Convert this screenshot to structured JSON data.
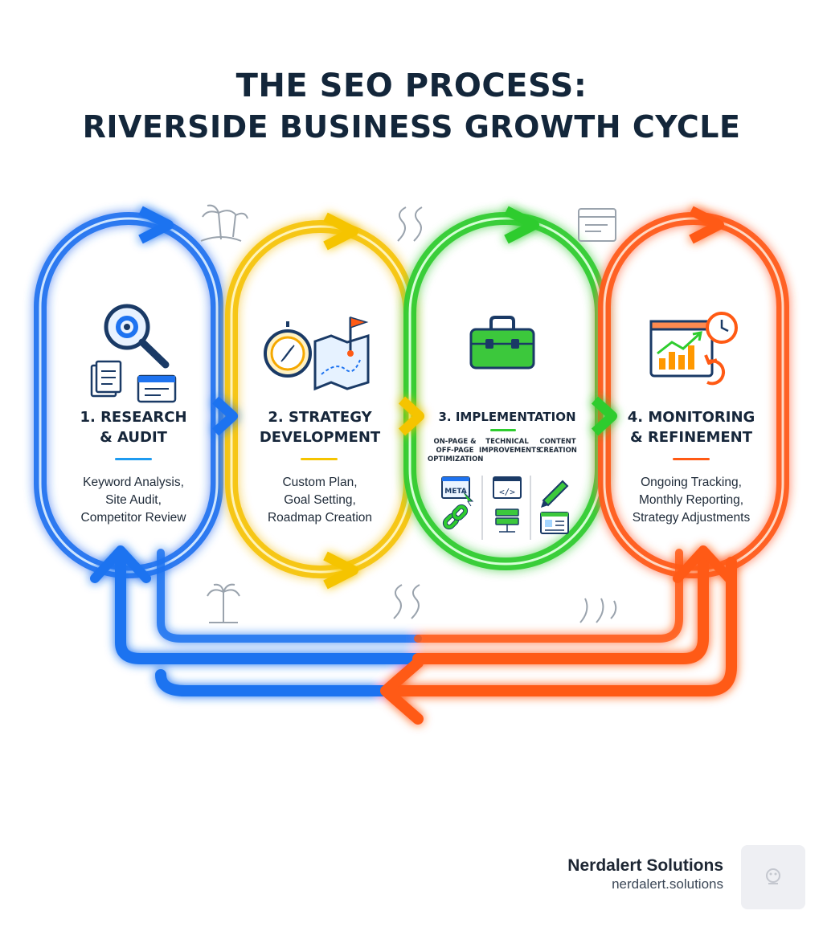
{
  "title": {
    "line1": "THE SEO PROCESS:",
    "line2": "RIVERSIDE BUSINESS GROWTH CYCLE"
  },
  "steps": [
    {
      "title_lines": [
        "1. RESEARCH",
        "& AUDIT"
      ],
      "desc_lines": [
        "Keyword Analysis,",
        "Site Audit,",
        "Competitor Review"
      ],
      "color": "#1e73f0",
      "icons": [
        "magnifier-gear-icon",
        "document-stack-icon",
        "browser-window-icon"
      ]
    },
    {
      "title_lines": [
        "2. STRATEGY",
        "DEVELOPMENT"
      ],
      "desc_lines": [
        "Custom Plan,",
        "Goal Setting,",
        "Roadmap Creation"
      ],
      "color": "#f5c400",
      "icons": [
        "compass-icon",
        "map-flag-icon"
      ]
    },
    {
      "title_lines": [
        "3. IMPLEMENTATION"
      ],
      "color": "#2ecc2e",
      "icons": [
        "toolbox-icon"
      ],
      "substeps": [
        {
          "lines": [
            "ON-PAGE &",
            "OFF-PAGE",
            "OPTIMIZATION"
          ],
          "icon_label": "META",
          "icons": [
            "meta-tag-icon",
            "link-chain-icon"
          ]
        },
        {
          "lines": [
            "TECHNICAL",
            "IMPROVEMENTS"
          ],
          "icon_label": "</>",
          "icons": [
            "code-window-icon",
            "server-icon"
          ]
        },
        {
          "lines": [
            "CONTENT",
            "CREATION"
          ],
          "icon_label": "",
          "icons": [
            "pen-icon",
            "article-icon"
          ]
        }
      ]
    },
    {
      "title_lines": [
        "4. MONITORING",
        "& REFINEMENT"
      ],
      "desc_lines": [
        "Ongoing Tracking,",
        "Monthly Reporting,",
        "Strategy Adjustments"
      ],
      "color": "#ff5a14",
      "icons": [
        "analytics-chart-icon",
        "clock-icon",
        "refresh-icon"
      ]
    }
  ],
  "decorations": [
    "palm-island-icon",
    "river-icon",
    "browser-icon",
    "palm-tree-icon",
    "river-palm-icon",
    "river-icon"
  ],
  "footer": {
    "brand_name": "Nerdalert Solutions",
    "brand_url": "nerdalert.solutions",
    "logo_icon": "brand-logo-icon"
  },
  "colors": {
    "title": "#13263a",
    "blue": "#1e73f0",
    "yellow": "#f5c400",
    "green": "#2ecc2e",
    "orange": "#ff5a14"
  }
}
